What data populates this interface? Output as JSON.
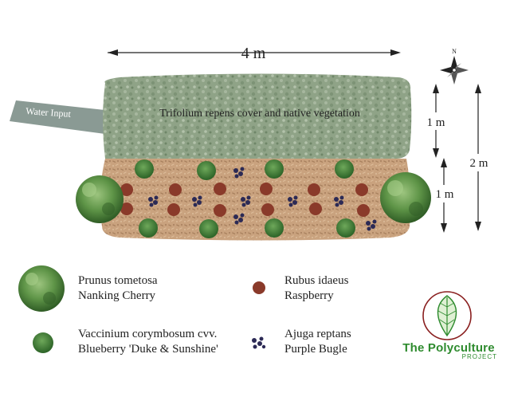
{
  "dimensions": {
    "width_label": "4 m",
    "upper_height_label": "1 m",
    "lower_height_label": "1 m",
    "total_height_label": "2 m"
  },
  "compass": {
    "north_label": "N"
  },
  "water_input": {
    "label": "Water Input"
  },
  "upper_bed": {
    "label": "Trifolium repens cover and native vegetation"
  },
  "legend": [
    {
      "latin": "Prunus tometosa",
      "common": "Nanking Cherry",
      "icon": "shrub-icon"
    },
    {
      "latin": "Rubus idaeus",
      "common": "Raspberry",
      "icon": "raspberry-icon"
    },
    {
      "latin": "Vaccinium corymbosum cvv.",
      "common": "Blueberry 'Duke & Sunshine'",
      "icon": "blueberry-icon"
    },
    {
      "latin": "Ajuga reptans",
      "common": "Purple Bugle",
      "icon": "bugle-icon"
    }
  ],
  "brand": {
    "title": "The Polyculture",
    "subtitle": "PROJECT"
  },
  "colors": {
    "clover": "#8fa387",
    "mulch": "#c9a27e",
    "water_input": "#8a9a94",
    "shrub": "#4f8a3a",
    "blueberry": "#3f7a32",
    "raspberry": "#8a3a2a",
    "bugle": "#2c2a55",
    "brand_green": "#2e8b2e"
  }
}
